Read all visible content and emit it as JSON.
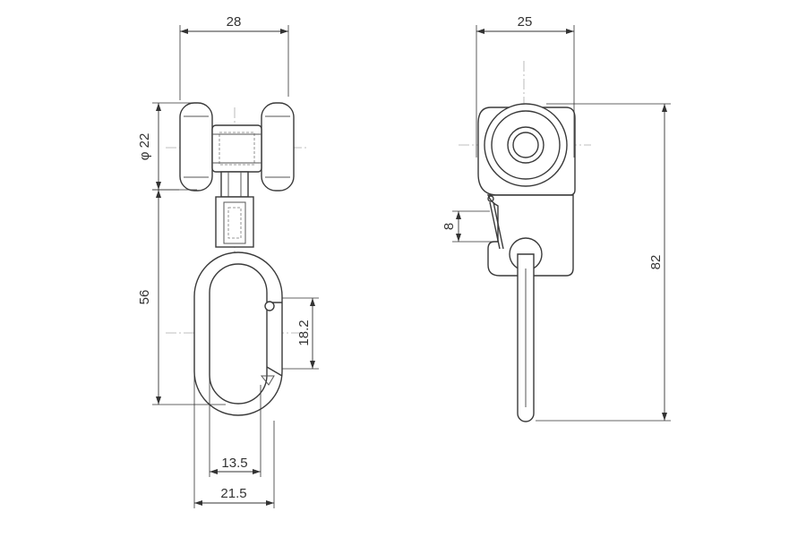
{
  "dimensions": {
    "front_width": "28",
    "wheel_diameter": "φ 22",
    "hook_height": "56",
    "gate_opening": "18.2",
    "inner_width": "13.5",
    "outer_width": "21.5",
    "side_width": "25",
    "latch_height": "8",
    "total_height": "82"
  }
}
